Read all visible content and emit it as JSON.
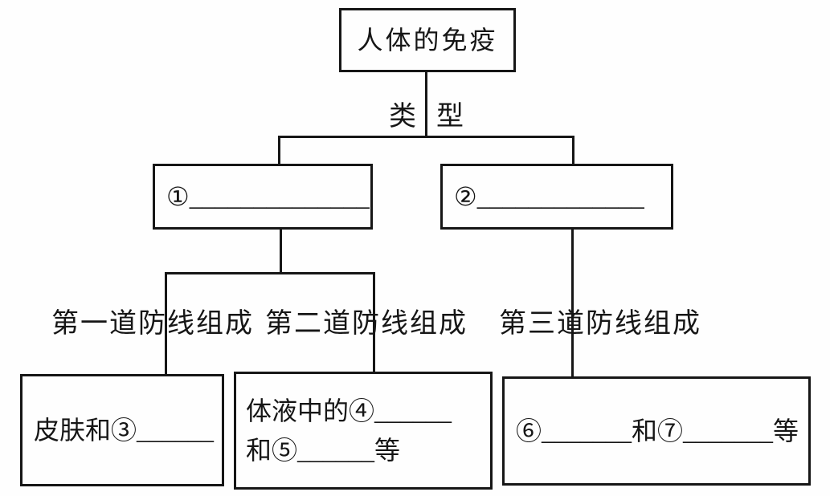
{
  "diagram": {
    "title_node": "人体的免疫",
    "edge_label": {
      "left": "类",
      "right": "型"
    },
    "level1_nodes": [
      {
        "label": "①______________"
      },
      {
        "label": "②_____________"
      }
    ],
    "branch_labels": [
      {
        "text": "第一道防线组成"
      },
      {
        "text": "第二道防线组成"
      },
      {
        "text": "第三道防线组成"
      }
    ],
    "leaf_nodes": [
      {
        "line1": "皮肤和③______"
      },
      {
        "line1": "体液中的④______",
        "line2": "和⑤______等"
      },
      {
        "line1": "⑥_______和⑦_______等"
      }
    ]
  }
}
